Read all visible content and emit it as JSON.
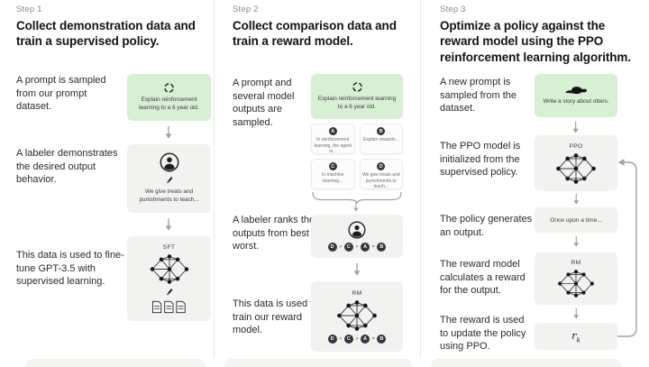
{
  "colors": {
    "background": "#ffffff",
    "green_box": "#d7efd3",
    "gray_box": "#f2f2f1",
    "dark_circle": "#33343a",
    "arrow": "#a0a0a0",
    "divider": "#e9e9e9"
  },
  "icons": {
    "refresh": "refresh-cycle-icon",
    "person": "labeler-person-icon",
    "pencil": "pencil-icon",
    "network": "neural-network-icon",
    "docs": "documents-icon",
    "otter": "otter-icon",
    "arrow": "arrow-down-icon",
    "brace": "curly-brace-icon",
    "loop": "feedback-loop-arrow"
  },
  "steps": [
    {
      "label": "Step 1",
      "heading": "Collect demonstration data and train a supervised policy.",
      "captions": {
        "prompt": "A prompt is sampled from our prompt dataset.",
        "labeler": "A labeler demonstrates the desired output behavior.",
        "finetune": "This data is used to fine-tune GPT-3.5 with supervised learning."
      },
      "prompt_text": "Explain reinforcement learning to a 6 year old.",
      "demo_text": "We give treats and punishments to teach...",
      "model_label": "SFT"
    },
    {
      "label": "Step 2",
      "heading": "Collect comparison data and train a reward model.",
      "captions": {
        "prompt": "A prompt and several model outputs are sampled.",
        "rank": "A labeler ranks the outputs from best to worst.",
        "train": "This data is used to train our reward model."
      },
      "prompt_text": "Explain reinforcement learning to a 6 year old.",
      "outputs": [
        {
          "letter": "A",
          "text": "In reinforcement learning, the agent is..."
        },
        {
          "letter": "B",
          "text": "Explain rewards..."
        },
        {
          "letter": "C",
          "text": "In machine learning..."
        },
        {
          "letter": "D",
          "text": "We give treats and punishments to teach..."
        }
      ],
      "ranking": [
        "D",
        ">",
        "C",
        ">",
        "A",
        "=",
        "B"
      ],
      "model_label": "RM"
    },
    {
      "label": "Step 3",
      "heading": "Optimize a policy against the reward model using the PPO reinforcement learning algorithm.",
      "captions": {
        "prompt": "A new prompt is sampled from the dataset.",
        "init": "The PPO model is initialized from the supervised policy.",
        "generate": "The policy generates an output.",
        "reward": "The reward model calculates a reward for the output.",
        "update": "The reward is used to update the policy using PPO."
      },
      "prompt_text": "Write a story about otters.",
      "ppo_label": "PPO",
      "output_text": "Once upon a time...",
      "rm_label": "RM",
      "reward_symbol": {
        "base": "r",
        "sub": "k"
      }
    }
  ]
}
